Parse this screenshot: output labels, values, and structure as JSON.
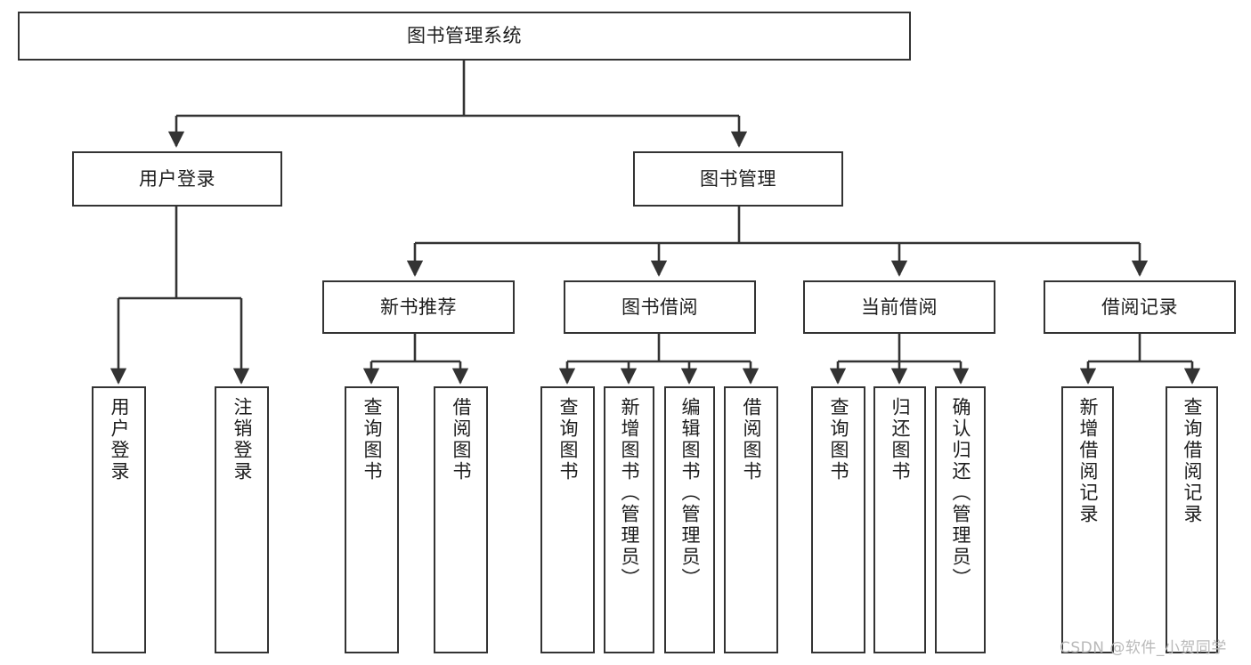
{
  "diagram": {
    "title": "图书管理系统",
    "type": "tree-hierarchy-diagram",
    "orientation": "top-down",
    "colors": {
      "node_border": "#333333",
      "node_fill": "#ffffff",
      "edge": "#333333",
      "text": "#1d1d1d",
      "watermark": "#b9b9b9",
      "background": "#ffffff"
    },
    "root": {
      "id": "root",
      "label": "图书管理系统"
    },
    "level2": [
      {
        "id": "user-login",
        "label": "用户登录"
      },
      {
        "id": "book-management",
        "label": "图书管理"
      }
    ],
    "level3": [
      {
        "id": "new-book-recommend",
        "label": "新书推荐",
        "parent": "book-management"
      },
      {
        "id": "book-borrow",
        "label": "图书借阅",
        "parent": "book-management"
      },
      {
        "id": "current-borrow",
        "label": "当前借阅",
        "parent": "book-management"
      },
      {
        "id": "borrow-record",
        "label": "借阅记录",
        "parent": "book-management"
      }
    ],
    "leaves": {
      "user_login": [
        {
          "id": "leaf-user-login",
          "label": "用户登录"
        },
        {
          "id": "leaf-logout",
          "label": "注销登录"
        }
      ],
      "new_book_recommend": [
        {
          "id": "leaf-query-book-1",
          "label": "查询图书"
        },
        {
          "id": "leaf-borrow-book-1",
          "label": "借阅图书"
        }
      ],
      "book_borrow": [
        {
          "id": "leaf-query-book-2",
          "label": "查询图书"
        },
        {
          "id": "leaf-add-book",
          "label": "新增图书（管理员）"
        },
        {
          "id": "leaf-edit-book",
          "label": "编辑图书（管理员）"
        },
        {
          "id": "leaf-borrow-book-2",
          "label": "借阅图书"
        }
      ],
      "current_borrow": [
        {
          "id": "leaf-query-book-3",
          "label": "查询图书"
        },
        {
          "id": "leaf-return-book",
          "label": "归还图书"
        },
        {
          "id": "leaf-confirm-return",
          "label": "确认归还（管理员）"
        }
      ],
      "borrow_record": [
        {
          "id": "leaf-add-record",
          "label": "新增借阅记录"
        },
        {
          "id": "leaf-query-record",
          "label": "查询借阅记录"
        }
      ]
    },
    "watermark": "CSDN @软件_小贺同学"
  }
}
